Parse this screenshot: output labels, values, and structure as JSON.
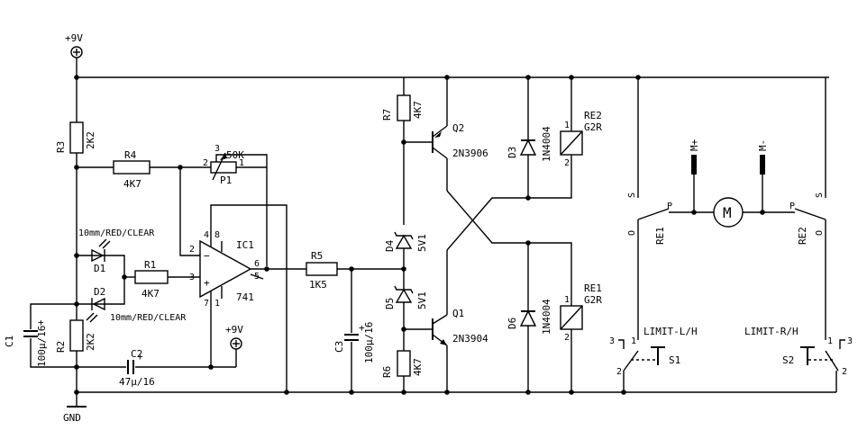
{
  "rails": {
    "supply_top": "+9V",
    "supply_mid": "+9V",
    "ground": "GND"
  },
  "resistors": {
    "r1": {
      "name": "R1",
      "value": "4K7"
    },
    "r2": {
      "name": "R2",
      "value": "2K2"
    },
    "r3": {
      "name": "R3",
      "value": "2K2"
    },
    "r4": {
      "name": "R4",
      "value": "4K7"
    },
    "r5": {
      "name": "R5",
      "value": "1K5"
    },
    "r6": {
      "name": "R6",
      "value": "4K7"
    },
    "r7": {
      "name": "R7",
      "value": "4K7"
    }
  },
  "pot": {
    "name": "P1",
    "value": "50K",
    "pin1": "1",
    "pin2": "2",
    "pin3": "3"
  },
  "opamp": {
    "name": "IC1",
    "part": "741",
    "pins": {
      "p2": "2",
      "p3": "3",
      "p4": "4",
      "p6": "6",
      "p7": "7",
      "p8": "8",
      "p1": "1",
      "p5": "5"
    },
    "minus": "−",
    "plus": "+"
  },
  "capacitors": {
    "c1": {
      "name": "C1",
      "value": "100µ/16",
      "polarity": "+"
    },
    "c2": {
      "name": "C2",
      "value": "47µ/16",
      "polarity": "+"
    },
    "c3": {
      "name": "C3",
      "value": "100µ/16",
      "polarity": "+"
    }
  },
  "leds": {
    "d1": {
      "name": "D1",
      "spec": "10mm/RED/CLEAR"
    },
    "d2": {
      "name": "D2",
      "spec": "10mm/RED/CLEAR"
    }
  },
  "zeners": {
    "d4": {
      "name": "D4",
      "value": "5V1"
    },
    "d5": {
      "name": "D5",
      "value": "5V1"
    }
  },
  "diodes": {
    "d3": {
      "name": "D3",
      "part": "1N4004"
    },
    "d6": {
      "name": "D6",
      "part": "1N4004"
    }
  },
  "transistors": {
    "q1": {
      "name": "Q1",
      "part": "2N3904"
    },
    "q2": {
      "name": "Q2",
      "part": "2N3906"
    }
  },
  "relays": {
    "re1": {
      "name": "RE1",
      "part": "G2R",
      "pin1": "1",
      "pin2": "2"
    },
    "re2": {
      "name": "RE2",
      "part": "G2R",
      "pin1": "1",
      "pin2": "2"
    }
  },
  "motor": {
    "symbol": "M",
    "plus": "M+",
    "minus": "M-"
  },
  "contacts": {
    "re1": {
      "name": "RE1",
      "s": "S",
      "p": "P",
      "o": "O"
    },
    "re2": {
      "name": "RE2",
      "s": "S",
      "p": "P",
      "o": "O"
    }
  },
  "switches": {
    "s1": {
      "name": "S1",
      "label": "LIMIT-L/H",
      "pin1": "1",
      "pin2": "2",
      "pin3": "3"
    },
    "s2": {
      "name": "S2",
      "label": "LIMIT-R/H",
      "pin1": "1",
      "pin2": "2",
      "pin3": "3"
    }
  }
}
